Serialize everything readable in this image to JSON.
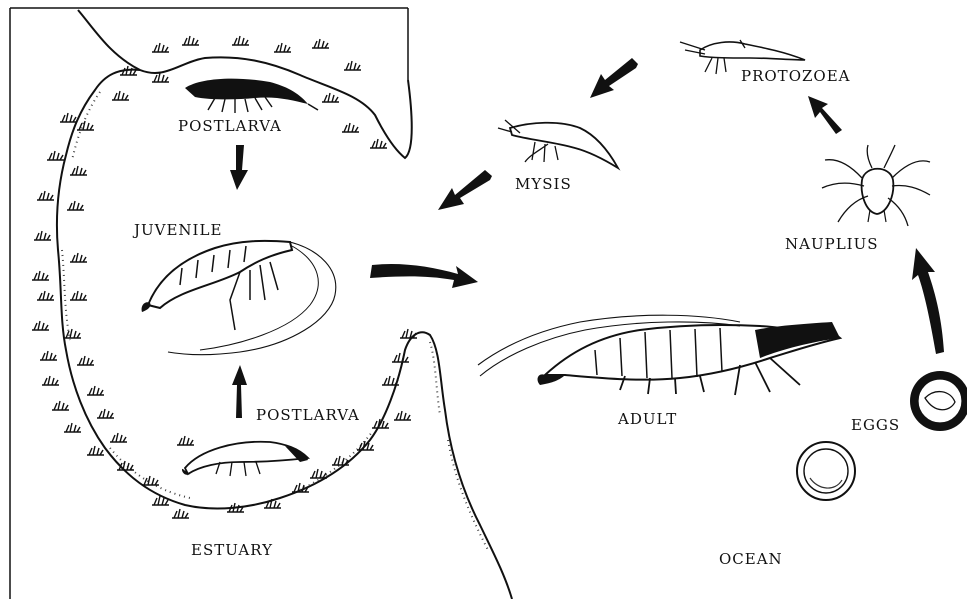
{
  "labels": {
    "postlarva_top": "POSTLARVA",
    "juvenile": "JUVENILE",
    "postlarva_bottom": "POSTLARVA",
    "estuary": "ESTUARY",
    "mysis": "MYSIS",
    "protozoea": "PROTOZOEA",
    "nauplius": "NAUPLIUS",
    "adult": "ADULT",
    "eggs": "EGGS",
    "ocean": "OCEAN"
  },
  "colors": {
    "ink": "#111111",
    "paper": "#ffffff"
  }
}
